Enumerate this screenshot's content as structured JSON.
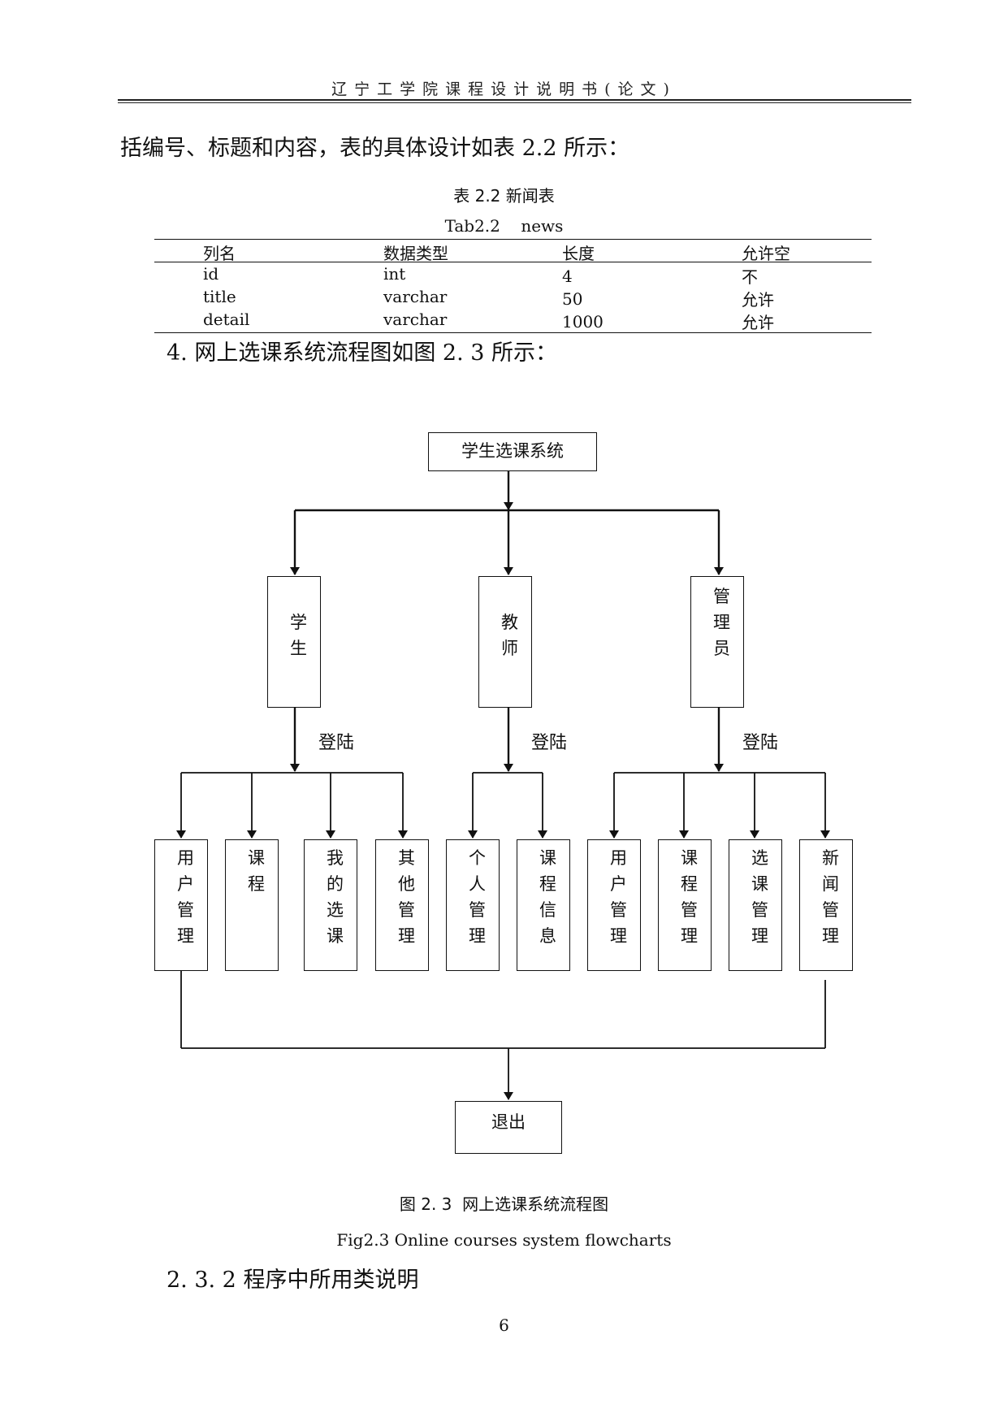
{
  "header": {
    "title": "辽宁工学院课程设计说明书(论文)"
  },
  "intro_text": "括编号、标题和内容，表的具体设计如表 2.2 所示：",
  "table": {
    "caption_cn": "表 2.2  新闻表",
    "caption_en": "Tab2.2    news",
    "columns": [
      "列名",
      "数据类型",
      "长度",
      "允许空"
    ],
    "rows": [
      [
        "id",
        "int",
        "4",
        "不"
      ],
      [
        "title",
        "varchar",
        "50",
        "允许"
      ],
      [
        "detail",
        "varchar",
        "1000",
        "允许"
      ]
    ]
  },
  "flow_intro": "4. 网上选课系统流程图如图 2. 3 所示：",
  "flowchart": {
    "root": "学生选课系统",
    "roles": [
      "学生",
      "教师",
      "管理员"
    ],
    "edge_label": "登陆",
    "student_modules": [
      "用户管理",
      "课程",
      "我的选课",
      "其他管理"
    ],
    "teacher_modules": [
      "个人管理",
      "课程信息"
    ],
    "admin_modules": [
      "用户管理",
      "课程管理",
      "选课管理",
      "新闻管理"
    ],
    "exit": "退出"
  },
  "figure": {
    "caption_cn": "图 2. 3  网上选课系统流程图",
    "caption_en": "Fig2.3 Online courses system flowcharts"
  },
  "section_heading": "2. 3. 2 程序中所用类说明",
  "page_number": "6"
}
